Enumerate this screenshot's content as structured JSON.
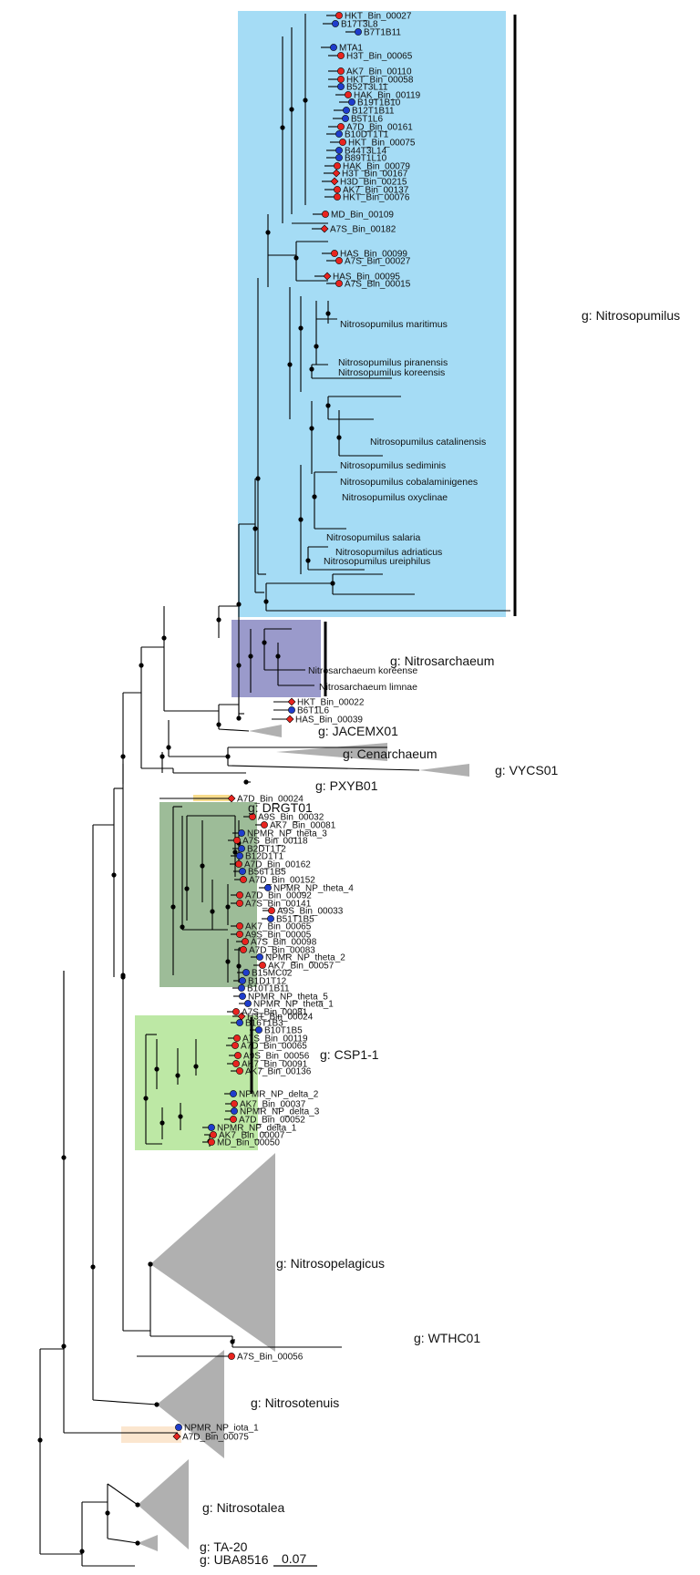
{
  "clades": {
    "nitrosopumilus": {
      "label": "g: Nitrosopumilus",
      "color": "#a5dcf5"
    },
    "nitrosarchaeum": {
      "label": "g: Nitrosarchaeum",
      "color": "#9a9acb"
    },
    "jacemx01": {
      "label": "g: JACEMX01"
    },
    "cenarchaeum": {
      "label": "g: Cenarchaeum"
    },
    "vycs01": {
      "label": "g: VYCS01"
    },
    "pxyb01": {
      "label": "g: PXYB01"
    },
    "drgt01": {
      "label": "g: DRGT01",
      "color": "#9dbc98"
    },
    "csp1": {
      "label": "g: CSP1-1",
      "color": "#bde8a5"
    },
    "nitrosopelagicus": {
      "label": "g: Nitrosopelagicus"
    },
    "wthc01": {
      "label": "g: WTHC01"
    },
    "nitrosotenuis": {
      "label": "g: Nitrosotenuis"
    },
    "nitrosotalea": {
      "label": "g: Nitrosotalea"
    },
    "ta20": {
      "label": "g: TA-20"
    },
    "uba8516": {
      "label": "g: UBA8516"
    }
  },
  "scale_bar": {
    "label": "0.07"
  },
  "legend_colors": {
    "red_marker": "#e8241f",
    "blue_marker": "#1f3dcc",
    "collapsed_clade": "#b0b0b0"
  },
  "leaves_nitrosopumilus": [
    {
      "label": "HKT_Bin_00027",
      "marker": "red"
    },
    {
      "label": "B17T3L8",
      "marker": "blue"
    },
    {
      "label": "B7T1B11",
      "marker": "blue"
    },
    {
      "label": "MTA1",
      "marker": "blue"
    },
    {
      "label": "H3T_Bin_00065",
      "marker": "red"
    },
    {
      "label": "AK7_Bin_00110",
      "marker": "red"
    },
    {
      "label": "HKT_Bin_00058",
      "marker": "red"
    },
    {
      "label": "B52T3L11",
      "marker": "blue"
    },
    {
      "label": "HAK_Bin_00119",
      "marker": "red"
    },
    {
      "label": "B19T1B10",
      "marker": "blue"
    },
    {
      "label": "B12T1B11",
      "marker": "blue"
    },
    {
      "label": "B5T1L6",
      "marker": "blue"
    },
    {
      "label": "A7D_Bin_00161",
      "marker": "red"
    },
    {
      "label": "B10DT1T1",
      "marker": "blue"
    },
    {
      "label": "HKT_Bin_00075",
      "marker": "red"
    },
    {
      "label": "B44T3L14",
      "marker": "blue"
    },
    {
      "label": "B89T1L10",
      "marker": "blue"
    },
    {
      "label": "HAK_Bin_00079",
      "marker": "red"
    },
    {
      "label": "H3T_Bin_00167",
      "marker": "diamond"
    },
    {
      "label": "H3D_Bin_00215",
      "marker": "diamond"
    },
    {
      "label": "AK7_Bin_00137",
      "marker": "red"
    },
    {
      "label": "HKT_Bin_00076",
      "marker": "red"
    },
    {
      "label": "MD_Bin_00109",
      "marker": "red"
    },
    {
      "label": "A7S_Bin_00182",
      "marker": "diamond"
    },
    {
      "label": "HAS_Bin_00099",
      "marker": "red"
    },
    {
      "label": "A7S_Bin_00027",
      "marker": "red"
    },
    {
      "label": "HAS_Bin_00095",
      "marker": "diamond"
    },
    {
      "label": "A7S_Bin_00015",
      "marker": "red"
    }
  ],
  "species_nitrosopumilus": [
    "Nitrosopumilus maritimus",
    "Nitrosopumilus piranensis",
    "Nitrosopumilus koreensis",
    "Nitrosopumilus catalinensis",
    "Nitrosopumilus sediminis",
    "Nitrosopumilus cobalaminigenes",
    "Nitrosopumilus oxyclinae",
    "Nitrosopumilus salaria",
    "Nitrosopumilus adriaticus",
    "Nitrosopumilus ureiphilus"
  ],
  "species_nitrosarchaeum": [
    "Nitrosarchaeum koreense",
    "Nitrosarchaeum limnae"
  ],
  "leaves_jacemx01": [
    {
      "label": "HKT_Bin_00022",
      "marker": "diamond"
    },
    {
      "label": "B6T1L6",
      "marker": "blue"
    },
    {
      "label": "HAS_Bin_00039",
      "marker": "diamond"
    }
  ],
  "leaf_a7d_00024": {
    "label": "A7D_Bin_00024",
    "marker": "diamond"
  },
  "leaves_drgt01": [
    {
      "label": "A9S_Bin_00032",
      "marker": "red"
    },
    {
      "label": "AK7_Bin_00081",
      "marker": "red"
    },
    {
      "label": "NPMR_NP_theta_3",
      "marker": "blue"
    },
    {
      "label": "A7S_Bin_00118",
      "marker": "red"
    },
    {
      "label": "B2DT1T2",
      "marker": "blue"
    },
    {
      "label": "B12D1T1",
      "marker": "blue"
    },
    {
      "label": "A7D_Bin_00162",
      "marker": "red"
    },
    {
      "label": "B56T1B5",
      "marker": "blue"
    },
    {
      "label": "A7D_Bin_00152",
      "marker": "red"
    },
    {
      "label": "NPMR_NP_theta_4",
      "marker": "blue"
    },
    {
      "label": "A7D_Bin_00092",
      "marker": "red"
    },
    {
      "label": "A7S_Bin_00141",
      "marker": "red"
    },
    {
      "label": "A9S_Bin_00033",
      "marker": "red"
    },
    {
      "label": "B51T1B5",
      "marker": "blue"
    },
    {
      "label": "AK7_Bin_00065",
      "marker": "red"
    },
    {
      "label": "A9S_Bin_00005",
      "marker": "red"
    },
    {
      "label": "A7S_Bin_00098",
      "marker": "red"
    },
    {
      "label": "A7D_Bin_00083",
      "marker": "red"
    },
    {
      "label": "NPMR_NP_theta_2",
      "marker": "blue"
    },
    {
      "label": "AK7_Bin_00057",
      "marker": "red"
    },
    {
      "label": "B15MC02",
      "marker": "blue"
    },
    {
      "label": "B1D1T12",
      "marker": "blue"
    },
    {
      "label": "B10T1B11",
      "marker": "blue"
    },
    {
      "label": "NPMR_NP_theta_5",
      "marker": "blue"
    },
    {
      "label": "NPMR_NP_theta_1",
      "marker": "blue"
    },
    {
      "label": "A7S_Bin_00081",
      "marker": "red"
    }
  ],
  "leaves_csp1": [
    {
      "label": "H3T_Bin_00024",
      "marker": "diamond"
    },
    {
      "label": "B16T1B3",
      "marker": "blue"
    },
    {
      "label": "B10T1B5",
      "marker": "blue"
    },
    {
      "label": "A7S_Bin_00119",
      "marker": "red"
    },
    {
      "label": "A7D_Bin_00065",
      "marker": "red"
    },
    {
      "label": "A9S_Bin_00056",
      "marker": "red"
    },
    {
      "label": "AK7_Bin_00091",
      "marker": "red"
    },
    {
      "label": "AK7_Bin_00136",
      "marker": "red"
    },
    {
      "label": "NPMR_NP_delta_2",
      "marker": "blue"
    },
    {
      "label": "AK7_Bin_00037",
      "marker": "red"
    },
    {
      "label": "NPMR_NP_delta_3",
      "marker": "blue"
    },
    {
      "label": "A7D_Bin_00052",
      "marker": "red"
    },
    {
      "label": "NPMR_NP_delta_1",
      "marker": "blue"
    },
    {
      "label": "AK7_Bin_00007",
      "marker": "red"
    },
    {
      "label": "MD_Bin_00050",
      "marker": "red"
    }
  ],
  "leaf_a7s_00056": {
    "label": "A7S_Bin_00056",
    "marker": "red"
  },
  "leaves_iota": [
    {
      "label": "NPMR_NP_iota_1",
      "marker": "blue"
    },
    {
      "label": "A7D_Bin_00075",
      "marker": "diamond"
    }
  ]
}
